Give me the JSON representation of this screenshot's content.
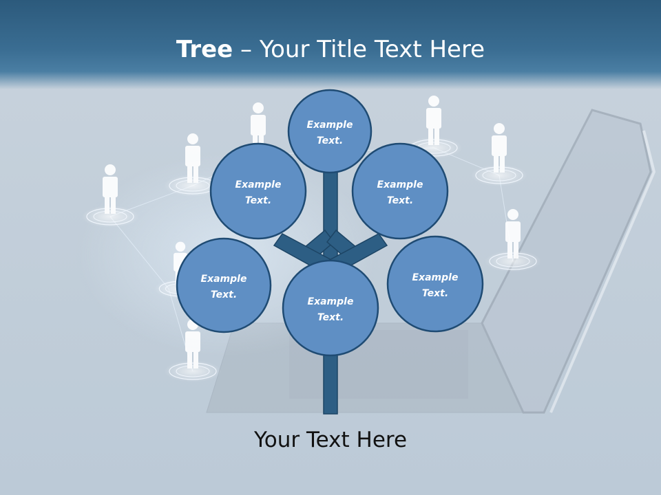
{
  "title": {
    "bold_part": "Tree",
    "rest": " – Your Title Text Here"
  },
  "nodes": [
    {
      "id": "top",
      "line1": "Example",
      "line2": "Text."
    },
    {
      "id": "upper-left",
      "line1": "Example",
      "line2": "Text."
    },
    {
      "id": "upper-right",
      "line1": "Example",
      "line2": "Text."
    },
    {
      "id": "lower-left",
      "line1": "Example",
      "line2": "Text."
    },
    {
      "id": "center",
      "line1": "Example",
      "line2": "Text."
    },
    {
      "id": "lower-right",
      "line1": "Example",
      "line2": "Text."
    }
  ],
  "caption": "Your Text Here",
  "colors": {
    "header": "#2c5a7c",
    "node_fill": "#5f8fc4",
    "node_stroke": "#1f4b73",
    "trunk": "#2d5e84"
  }
}
